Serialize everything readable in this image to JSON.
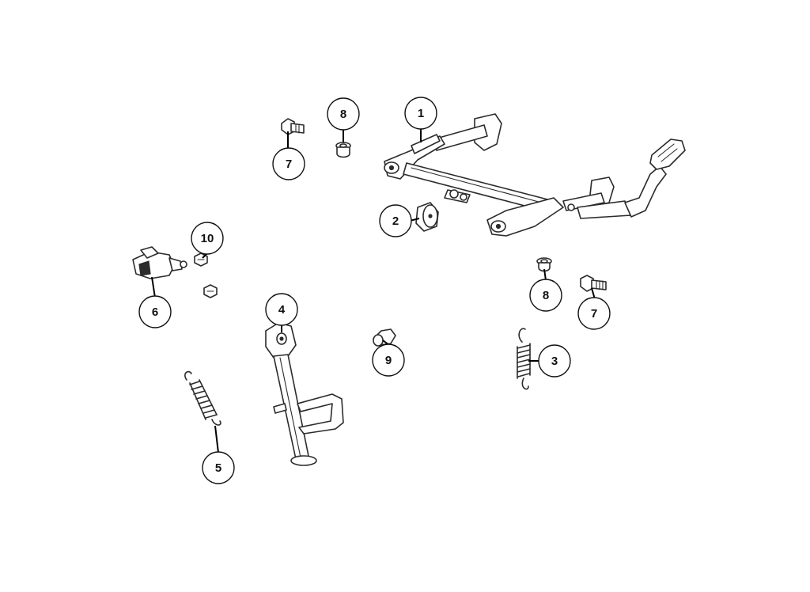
{
  "callouts": [
    {
      "id": "c1",
      "label": "1"
    },
    {
      "id": "c2",
      "label": "2"
    },
    {
      "id": "c3",
      "label": "3"
    },
    {
      "id": "c4",
      "label": "4"
    },
    {
      "id": "c5",
      "label": "5"
    },
    {
      "id": "c6",
      "label": "6"
    },
    {
      "id": "c7a",
      "label": "7"
    },
    {
      "id": "c7b",
      "label": "7"
    },
    {
      "id": "c8a",
      "label": "8"
    },
    {
      "id": "c8b",
      "label": "8"
    },
    {
      "id": "c9",
      "label": "9"
    },
    {
      "id": "c10",
      "label": "10"
    }
  ]
}
